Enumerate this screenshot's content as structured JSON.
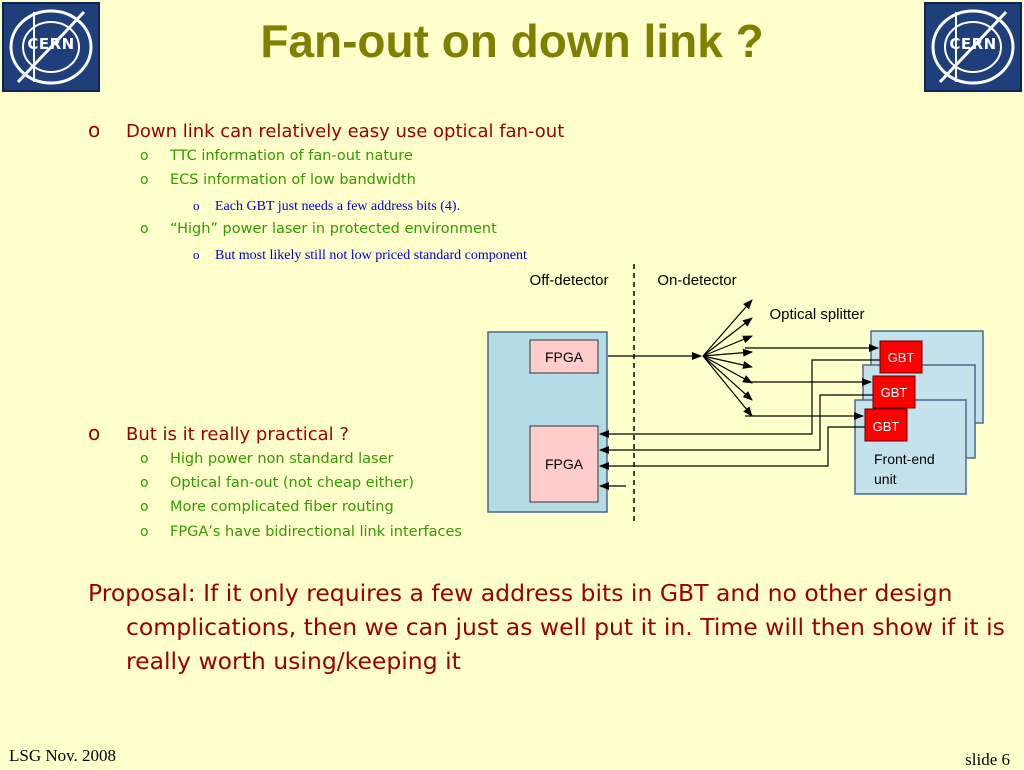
{
  "logo": {
    "text": "CERN"
  },
  "title": "Fan-out on down link ?",
  "bullets_top": [
    {
      "level": 1,
      "marker": "o",
      "text": "Down link can relatively easy use optical fan-out"
    },
    {
      "level": 2,
      "marker": "o",
      "text": "TTC information of fan-out nature"
    },
    {
      "level": 2,
      "marker": "o",
      "text": "ECS information of low bandwidth"
    },
    {
      "level": 3,
      "marker": "o",
      "text": "Each GBT just needs a few address bits (4)."
    },
    {
      "level": 2,
      "marker": "o",
      "text": "“High” power laser in protected environment"
    },
    {
      "level": 3,
      "marker": "o",
      "text": "But most likely still not low priced standard component"
    }
  ],
  "bullets_bottom": [
    {
      "level": 1,
      "marker": "o",
      "text": "But is it really practical ?"
    },
    {
      "level": 2,
      "marker": "o",
      "text": "High power non standard laser"
    },
    {
      "level": 2,
      "marker": "o",
      "text": "Optical fan-out (not cheap either)"
    },
    {
      "level": 2,
      "marker": "o",
      "text": "More complicated fiber routing"
    },
    {
      "level": 2,
      "marker": "o",
      "text": "FPGA’s have bidirectional link interfaces"
    }
  ],
  "proposal": "Proposal: If it only requires a few address bits in GBT and no other design complications, then we can just as well put it in. Time will then show if it is really worth using/keeping it",
  "diagram": {
    "off_detector_label": "Off-detector",
    "on_detector_label": "On-detector",
    "optical_splitter_label": "Optical splitter",
    "fpga_top_label": "FPGA",
    "fpga_bottom_label": "FPGA",
    "gbt_labels": [
      "GBT",
      "GBT",
      "GBT"
    ],
    "front_end_label_line1": "Front-end",
    "front_end_label_line2": "unit",
    "colors": {
      "board": "#b4dce6",
      "fpga": "#ffcccc",
      "gbt": "#ff0000",
      "front_end": "#c4e2ec"
    }
  },
  "footer": {
    "left": "LSG Nov. 2008",
    "right": "slide 6"
  }
}
